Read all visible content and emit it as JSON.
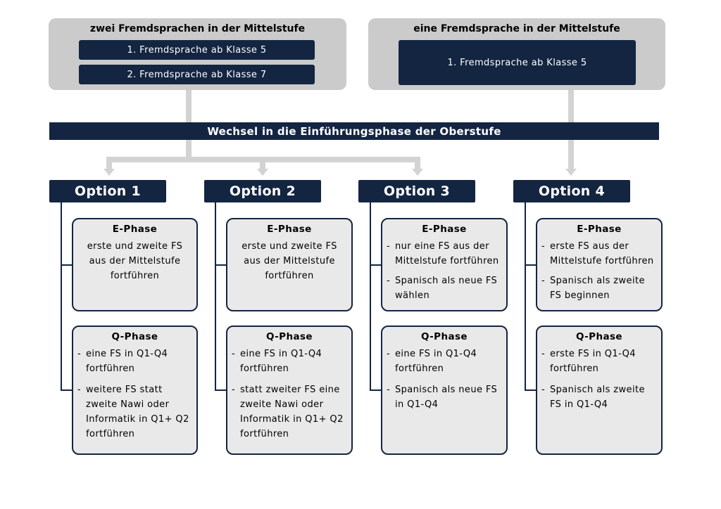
{
  "top_left": {
    "title": "zwei Fremdsprachen in der Mittelstufe",
    "box1": "1. Fremdsprache ab Klasse 5",
    "box2": "2. Fremdsprache ab Klasse 7"
  },
  "top_right": {
    "title": "eine Fremdsprache in der Mittelstufe",
    "box1": "1. Fremdsprache ab Klasse 5"
  },
  "banner": "Wechsel in die Einführungsphase der Oberstufe",
  "options": [
    {
      "label": "Option 1",
      "e_phase": {
        "title": "E-Phase",
        "text": "erste und zweite FS aus der Mittelstufe fortführen"
      },
      "q_phase": {
        "title": "Q-Phase",
        "bullets": [
          "eine FS in Q1-Q4 fortführen",
          "weitere FS statt zweite Nawi oder Informatik in Q1+ Q2 fortführen"
        ]
      }
    },
    {
      "label": "Option 2",
      "e_phase": {
        "title": "E-Phase",
        "text": "erste und zweite FS aus der Mittelstufe fortführen"
      },
      "q_phase": {
        "title": "Q-Phase",
        "bullets": [
          "eine FS in Q1-Q4 fortführen",
          "statt zweiter FS eine zweite Nawi oder Informatik in Q1+ Q2 fortführen"
        ]
      }
    },
    {
      "label": "Option 3",
      "e_phase": {
        "title": "E-Phase",
        "bullets": [
          "nur eine FS aus der Mittelstufe fortführen",
          "Spanisch als neue FS wählen"
        ]
      },
      "q_phase": {
        "title": "Q-Phase",
        "bullets": [
          "eine FS in Q1-Q4 fortführen",
          "Spanisch als neue FS in Q1-Q4"
        ]
      }
    },
    {
      "label": "Option 4",
      "e_phase": {
        "title": "E-Phase",
        "bullets": [
          "erste FS aus der Mittelstufe fortführen",
          "Spanisch als zweite FS beginnen"
        ]
      },
      "q_phase": {
        "title": "Q-Phase",
        "bullets": [
          "erste FS in Q1-Q4 fortführen",
          "Spanisch als zweite FS in Q1-Q4"
        ]
      }
    }
  ],
  "dash": "-",
  "colors": {
    "navy": "#132541",
    "panel_gray": "#cbcbcb",
    "connector_gray": "#d3d3d3",
    "box_fill": "#e9e9e9"
  }
}
